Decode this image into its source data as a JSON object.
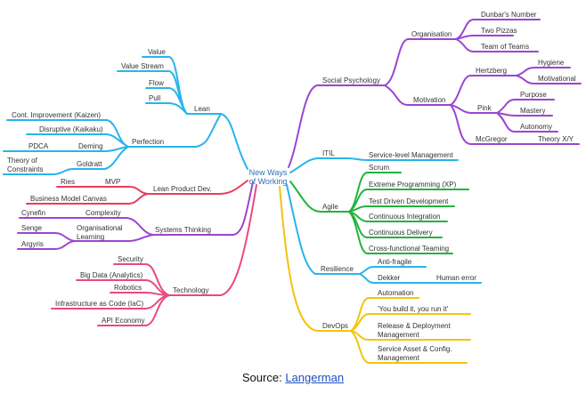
{
  "center": {
    "line1": "New Ways",
    "line2": "of Working"
  },
  "colors": {
    "lean": "#27b5ea",
    "lean_product": "#e83d5d",
    "systems": "#9b45d1",
    "technology": "#ea4a7c",
    "social": "#9b45d1",
    "itil": "#27b5ea",
    "agile": "#22b33c",
    "resilience": "#27b5ea",
    "devops": "#f2c40c",
    "center_text": "#2f6fb5"
  },
  "branches": {
    "lean": {
      "label": "Lean",
      "items": [
        "Value",
        "Value Stream",
        "Flow",
        "Pull"
      ],
      "perfection": {
        "label": "Perfection",
        "items": [
          "Cont. Improvement (Kaizen)",
          "Disruptive (Kaikaku)"
        ],
        "deming": {
          "label": "Deming",
          "child": "PDCA"
        },
        "goldratt": {
          "label": "Goldratt",
          "child_line1": "Theory of",
          "child_line2": "Constraints"
        }
      }
    },
    "lean_product": {
      "label": "Lean Product Dev.",
      "mvp": {
        "label": "MVP",
        "child": "Ries"
      },
      "canvas": "Business Model Canvas"
    },
    "systems": {
      "label": "Systems Thinking",
      "complexity": {
        "label": "Complexity",
        "child": "Cynefin"
      },
      "org_learning": {
        "line1": "Organisational",
        "line2": "Learning",
        "children": [
          "Senge",
          "Argyris"
        ]
      }
    },
    "technology": {
      "label": "Technology",
      "items": [
        "Security",
        "Big Data (Analytics)",
        "Robotics",
        "Infrastructure as Code (IaC)",
        "API Economy"
      ]
    },
    "social": {
      "label": "Social Psychology",
      "organisation": {
        "label": "Organisation",
        "items": [
          "Dunbar's Number",
          "Two Pizzas",
          "Team of Teams"
        ]
      },
      "motivation": {
        "label": "Motivation",
        "hertzberg": {
          "label": "Hertzberg",
          "items": [
            "Hygiene",
            "Motivational"
          ]
        },
        "pink": {
          "label": "Pink",
          "items": [
            "Purpose",
            "Mastery",
            "Autonomy"
          ]
        },
        "mcgregor": {
          "label": "McGregor",
          "child": "Theory X/Y"
        }
      }
    },
    "itil": {
      "label": "ITIL",
      "child": "Service-level Management"
    },
    "agile": {
      "label": "Agile",
      "items": [
        "Scrum",
        "Extreme Programming (XP)",
        "Test Driven Development",
        "Continuous Integration",
        "Continuous Delivery",
        "Cross-functional Teaming"
      ]
    },
    "resilience": {
      "label": "Resilience",
      "anti_fragile": "Anti-fragile",
      "dekker": {
        "label": "Dekker",
        "child": "Human error"
      }
    },
    "devops": {
      "label": "DevOps",
      "automation": "Automation",
      "you_build": "'You build it, you run it'",
      "release_line1": "Release & Deployment",
      "release_line2": "Management",
      "asset_line1": "Service Asset & Config.",
      "asset_line2": "Management"
    }
  },
  "source": {
    "prefix": "Source:",
    "link": "Langerman"
  }
}
